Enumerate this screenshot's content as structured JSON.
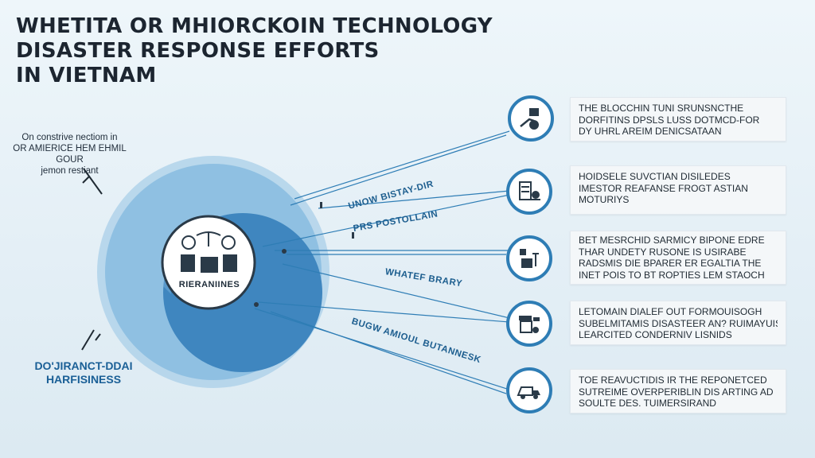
{
  "title": {
    "line1": "WHETITA OR MHIORCKOIN TECHNOLOGY",
    "line2": "DISASTER RESPONSE EFFORTS",
    "line3": "IN VIETNAM"
  },
  "note_top_left": {
    "line1": "On constrive nectiom in",
    "line2": "OR AMIERICE HEM EHMIL GOUR",
    "line3": "jemon restiant"
  },
  "note_bottom_left": {
    "line1": "DO'JIRANCT-DDAI",
    "line2": "HARFISINESS"
  },
  "hub": {
    "label": "RIERANIINES"
  },
  "connector_labels": {
    "l1": "UNOW BISTAY-DIR",
    "l2": "PRS POSTOLLAIN",
    "l3": "WHATEF BRARY",
    "l4": "BUGW AMIOUL BUTANNESK"
  },
  "cards": [
    {
      "icon": "hand-cube-icon",
      "line1": "THE BLOCCHIN TUNI SRUNSNCTHE",
      "line2": "DORFITINS DPSLS LUSS DOTMCD-FOR",
      "line3": "DY UHRL AREIM DENICSATAAN"
    },
    {
      "icon": "server-rack-icon",
      "line1": "HOIDSELE SUVCTIAN DISILEDES",
      "line2": "IMESTOR REAFANSE FROGT ASTIAN",
      "line3": "MOTURIYS"
    },
    {
      "icon": "network-nodes-icon",
      "line1": "BET MESRCHID SARMICY BIPONE EDRE",
      "line2": "THAR UNDETY RUSONE IS USIRABE",
      "line3": "RADSMIS DIE BPARER ER EGALTIA THE",
      "line4": "INET POIS TO BT ROPTIES LEM STAOCH"
    },
    {
      "icon": "rescue-kit-icon",
      "line1": "LETOMAIN DIALEF OUT FORMOUISOGH",
      "line2": "SUBELMITAMIS DISASTEER AN? RUIMAYUIS",
      "line3": "LEARCITED CONDERNIV LISNIDS"
    },
    {
      "icon": "truck-icon",
      "line1": "TOE REAVUCTIDIS IR THE REPONETCED",
      "line2": "SUTREIME OVERPERIBLIN DIS ARTING AD",
      "line3": "SOULTE DES. TUIMERSIRAND"
    }
  ],
  "colors": {
    "accent": "#2e7db5",
    "circle_outer": "#bcd9ec",
    "circle_mid": "#7fb5da",
    "circle_inner": "#3b84bd",
    "label_blue": "#1d5e8f"
  }
}
